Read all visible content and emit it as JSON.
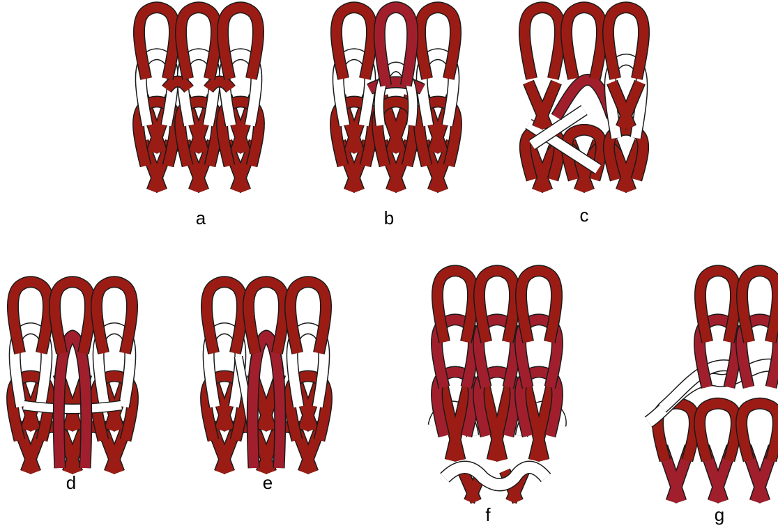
{
  "colors": {
    "red_yarn": "#9b1c14",
    "dark_red_yarn": "#a11f2d",
    "white_yarn": "#ffffff",
    "outline": "#1a1a1a",
    "background": "#ffffff"
  },
  "panels": [
    {
      "id": "a",
      "label": "a"
    },
    {
      "id": "b",
      "label": "b"
    },
    {
      "id": "c",
      "label": "c"
    },
    {
      "id": "d",
      "label": "d"
    },
    {
      "id": "e",
      "label": "e"
    },
    {
      "id": "f",
      "label": "f"
    },
    {
      "id": "g",
      "label": "g"
    }
  ]
}
